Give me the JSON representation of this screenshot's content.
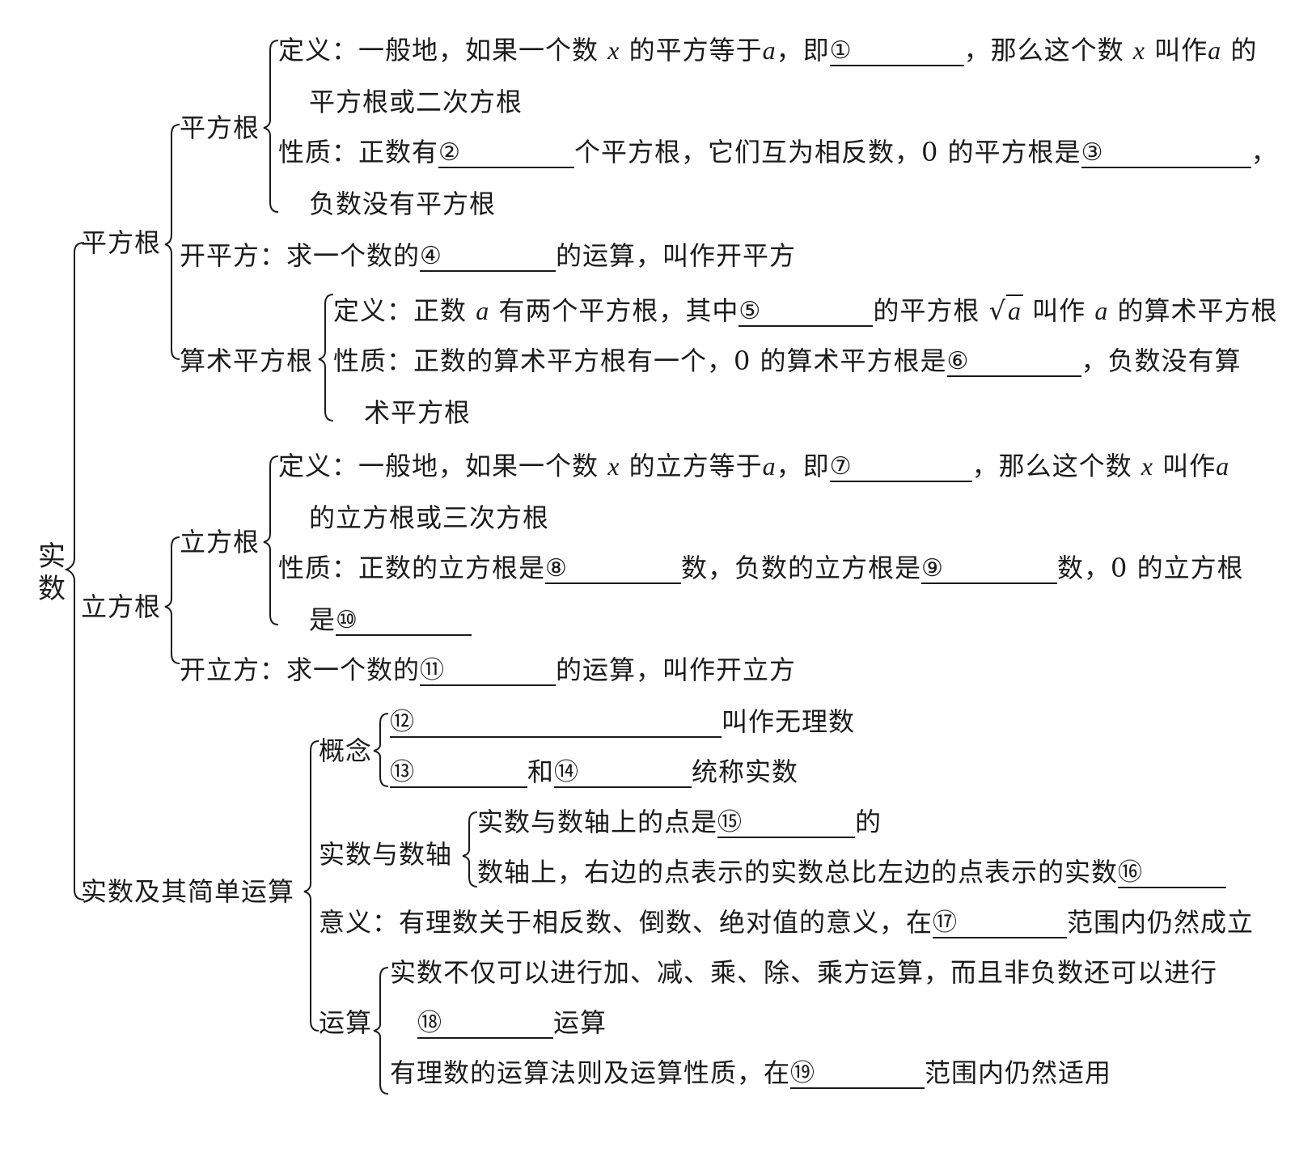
{
  "root": "实数",
  "sq": {
    "title": "平方根",
    "sub1": {
      "title": "平方根",
      "def1": "定义：一般地，如果一个数",
      "def2": "的平方等于",
      "def3": "，即",
      "def4": "，那么这个数",
      "def5": "叫作",
      "def6": "的",
      "def_line2": "平方根或二次方根",
      "prop1": "性质：正数有",
      "prop2": "个平方根，它们互为相反数，0 的平方根是",
      "prop3": "，",
      "prop_line2": "负数没有平方根"
    },
    "kpf": {
      "text1": "开平方：求一个数的",
      "text2": "的运算，叫作开平方"
    },
    "arith": {
      "title": "算术平方根",
      "def1": "定义：正数",
      "def2": "有两个平方根，其中",
      "def3": "的平方根",
      "def4": "叫作",
      "def5": "的算术平方根",
      "prop1": "性质：正数的算术平方根有一个，0 的算术平方根是",
      "prop2": "，负数没有算",
      "prop_line2": "术平方根"
    }
  },
  "cube": {
    "title": "立方根",
    "sub1": {
      "title": "立方根",
      "def1": "定义：一般地，如果一个数",
      "def2": "的立方等于",
      "def3": "，即",
      "def4": "，那么这个数",
      "def5": "叫作",
      "def_line2": "的立方根或三次方根",
      "prop1": "性质：正数的立方根是",
      "prop2": "数，负数的立方根是",
      "prop3": "数，0 的立方根",
      "prop_line2": "是"
    },
    "klf": {
      "text1": "开立方：求一个数的",
      "text2": "的运算，叫作开立方"
    }
  },
  "real": {
    "title": "实数及其简单运算",
    "concept": {
      "title": "概念",
      "line1": "叫作无理数",
      "and": "和",
      "line2": "统称实数"
    },
    "axis": {
      "title": "实数与数轴",
      "line1a": "实数与数轴上的点是",
      "line1b": "的",
      "line2": "数轴上，右边的点表示的实数总比左边的点表示的实数"
    },
    "meaning": {
      "text1": "意义：有理数关于相反数、倒数、绝对值的意义，在",
      "text2": "范围内仍然成立"
    },
    "ops": {
      "title": "运算",
      "line1": "实数不仅可以进行加、减、乘、除、乘方运算，而且非负数还可以进行",
      "line2": "运算",
      "line3a": "有理数的运算法则及运算性质，在",
      "line3b": "范围内仍然适用"
    }
  },
  "vars": {
    "x": "x",
    "a": "a",
    "sqrt_sym": "√"
  },
  "nums": [
    "①",
    "②",
    "③",
    "④",
    "⑤",
    "⑥",
    "⑦",
    "⑧",
    "⑨",
    "⑩",
    "⑪",
    "⑫",
    "⑬",
    "⑭",
    "⑮",
    "⑯",
    "⑰",
    "⑱",
    "⑲"
  ]
}
